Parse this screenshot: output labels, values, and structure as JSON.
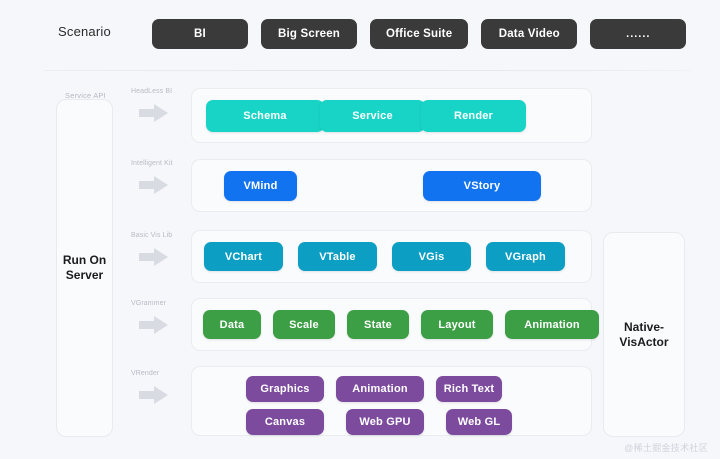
{
  "header": {
    "label": "Scenario",
    "chips": [
      {
        "name": "chip-bi",
        "label": "BI"
      },
      {
        "name": "chip-big-screen",
        "label": "Big Screen"
      },
      {
        "name": "chip-office-suite",
        "label": "Office Suite"
      },
      {
        "name": "chip-data-video",
        "label": "Data Video"
      },
      {
        "name": "chip-more",
        "label": "......"
      }
    ]
  },
  "left_panel": {
    "caption": "Service API",
    "title": "Run On\nServer"
  },
  "right_panel": {
    "title": "Native-\nVisActor"
  },
  "rows": [
    {
      "tag": "HeadLess BI",
      "color": "#17d4c6",
      "items": [
        {
          "label": "Schema"
        },
        {
          "label": "Service"
        },
        {
          "label": "Render"
        }
      ]
    },
    {
      "tag": "Intelligent Kit",
      "color": "#1273f0",
      "items": [
        {
          "label": "VMind"
        },
        {
          "label": "VStory"
        }
      ]
    },
    {
      "tag": "Basic Vis Lib",
      "color": "#0d9ec4",
      "items": [
        {
          "label": "VChart"
        },
        {
          "label": "VTable"
        },
        {
          "label": "VGis"
        },
        {
          "label": "VGraph"
        }
      ]
    },
    {
      "tag": "VGrammer",
      "color": "#3c9e45",
      "items": [
        {
          "label": "Data"
        },
        {
          "label": "Scale"
        },
        {
          "label": "State"
        },
        {
          "label": "Layout"
        },
        {
          "label": "Animation"
        }
      ]
    },
    {
      "tag": "VRender",
      "color": "#7d4b9e",
      "items": [
        {
          "label": "Graphics"
        },
        {
          "label": "Animation"
        },
        {
          "label": "Rich Text"
        },
        {
          "label": "Canvas"
        },
        {
          "label": "Web GPU"
        },
        {
          "label": "Web GL"
        }
      ]
    }
  ],
  "watermark": "@稀土掘金技术社区",
  "colors": {
    "background": "#f6f7fa",
    "chip": "#3a3a3a",
    "panel": "#fafbfc",
    "border": "#e7eaee",
    "arrow": "#d6d9de"
  }
}
